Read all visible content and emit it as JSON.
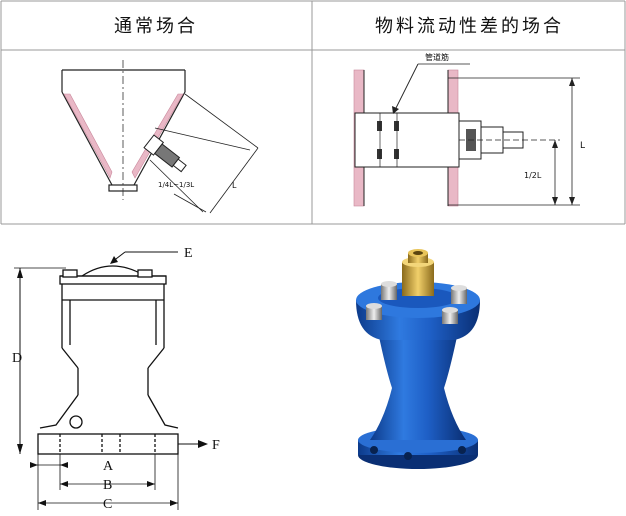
{
  "top_table": {
    "left_header": "通常场合",
    "right_header": "物料流动性差的场合"
  },
  "left_diagram": {
    "fraction_label": "1/4L~1/3L",
    "length_label": "L"
  },
  "right_diagram": {
    "flange_label": "管道筋",
    "length_label": "L",
    "half_label": "1/2L"
  },
  "dimension_drawing": {
    "label_e": "E",
    "label_d": "D",
    "label_f": "F",
    "label_a": "A",
    "label_b": "B",
    "label_c": "C"
  },
  "colors": {
    "product_blue": "#1f5fc8",
    "brass": "#c9a23a",
    "material_pink": "#e9b8c6"
  }
}
